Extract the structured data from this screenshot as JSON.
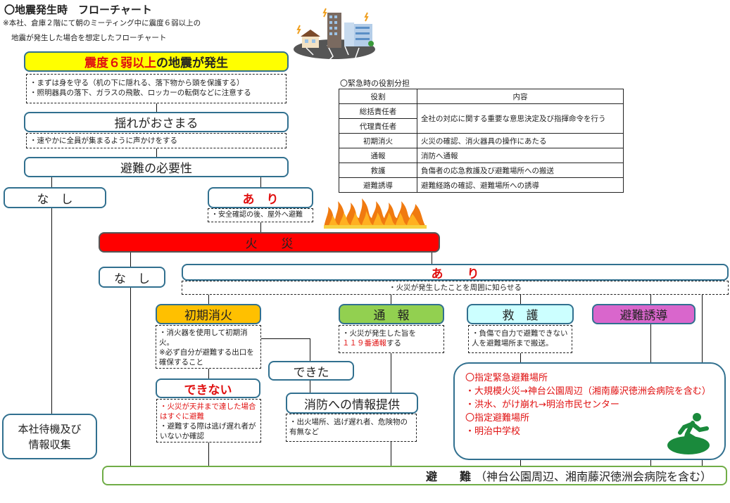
{
  "header": {
    "title": "〇地震発生時　フローチャート",
    "subtitle_line1": "※本社、倉庫２階にて朝のミーティング中に震度６弱以上の",
    "subtitle_line2": "地震が発生した場合を想定したフローチャート",
    "illustration": "earthquake-city-illustration"
  },
  "flow": {
    "quake": {
      "label_red": "震度６弱以上",
      "label_black": "の地震が発生",
      "notes": [
        "・まずは身を守る（机の下に隠れる、落下物から頭を保護する）",
        "・照明器具の落下、ガラスの飛散、ロッカーの転倒などに注意する"
      ]
    },
    "shaking_stops": {
      "label": "揺れがおさまる",
      "note": "・速やかに全員が集まるように声かけをする"
    },
    "evac_needed": {
      "label": "避難の必要性"
    },
    "evac_no": {
      "label": "な　し"
    },
    "evac_yes": {
      "label": "あ　り",
      "note": "・安全確認の後、屋外へ避難"
    },
    "fire": {
      "label": "火　　災",
      "icon": "flames-illustration"
    },
    "fire_no": {
      "label": "な　し"
    },
    "fire_yes": {
      "label": "あ　　り",
      "note": "・火災が発生したことを周囲に知らせる"
    },
    "initial_extinguish": {
      "label": "初期消火",
      "color": "#ffc000",
      "notes": [
        "・消火器を使用して初期消火。",
        "※必ず自分が避難する出口を確保すること"
      ]
    },
    "report": {
      "label": "通　報",
      "color": "#92d050",
      "note_black": "・火災が発生した旨を",
      "note_red": "１１９番通報",
      "note_tail": "する"
    },
    "rescue": {
      "label": "救　護",
      "color": "#ccffff",
      "note": "・負傷で自力で避難できない人を避難場所まで搬送。"
    },
    "guidance": {
      "label": "避難誘導",
      "color": "#d966cc"
    },
    "done": {
      "label": "できた"
    },
    "not_done": {
      "label": "できない",
      "note_red": "・火災が天井まで達した場合はすぐに避難",
      "note_black": "・避難する際は逃げ遅れ者がいないか確認"
    },
    "info_to_fire_dept": {
      "label": "消防への情報提供",
      "note": "・出火場所、逃げ遅れ者、危険物の有無など"
    },
    "standby": {
      "label_line1": "本社待機及び",
      "label_line2": "情報収集"
    },
    "shelters": {
      "lines": [
        "〇指定緊急避難場所",
        "・大規模火災→神台公園周辺（湘南藤沢徳洲会病院を含む）",
        "・洪水、がけ崩れ→明治市民センター",
        "〇指定避難場所",
        "・明治中学校"
      ],
      "icon": "emergency-exit-runner-icon"
    },
    "evacuate": {
      "label_bold": "避　　難",
      "label_rest": "（神台公園周辺、湘南藤沢徳洲会病院を含む）"
    }
  },
  "roles_table": {
    "title": "〇緊急時の役割分担",
    "headers": [
      "役割",
      "内容"
    ],
    "rows": [
      {
        "role": "総括責任者",
        "duty": "全社の対応に関する重要な意思決定及び指揮命令を行う"
      },
      {
        "role": "代理責任者",
        "duty": ""
      },
      {
        "role": "初期消火",
        "duty": "火災の確認、消火器具の操作にあたる"
      },
      {
        "role": "通報",
        "duty": "消防へ通報"
      },
      {
        "role": "救護",
        "duty": "負傷者の応急救護及び避難場所への搬送"
      },
      {
        "role": "避難誘導",
        "duty": "避難経路の確認、避難場所への誘導"
      }
    ]
  },
  "colors": {
    "box_border": "#31708f",
    "quake_fill": "#ffff00",
    "fire_fill": "#ff0000",
    "alert_red": "#e01010",
    "evac_border": "#70ad47",
    "exit_green": "#1a8a3c"
  }
}
